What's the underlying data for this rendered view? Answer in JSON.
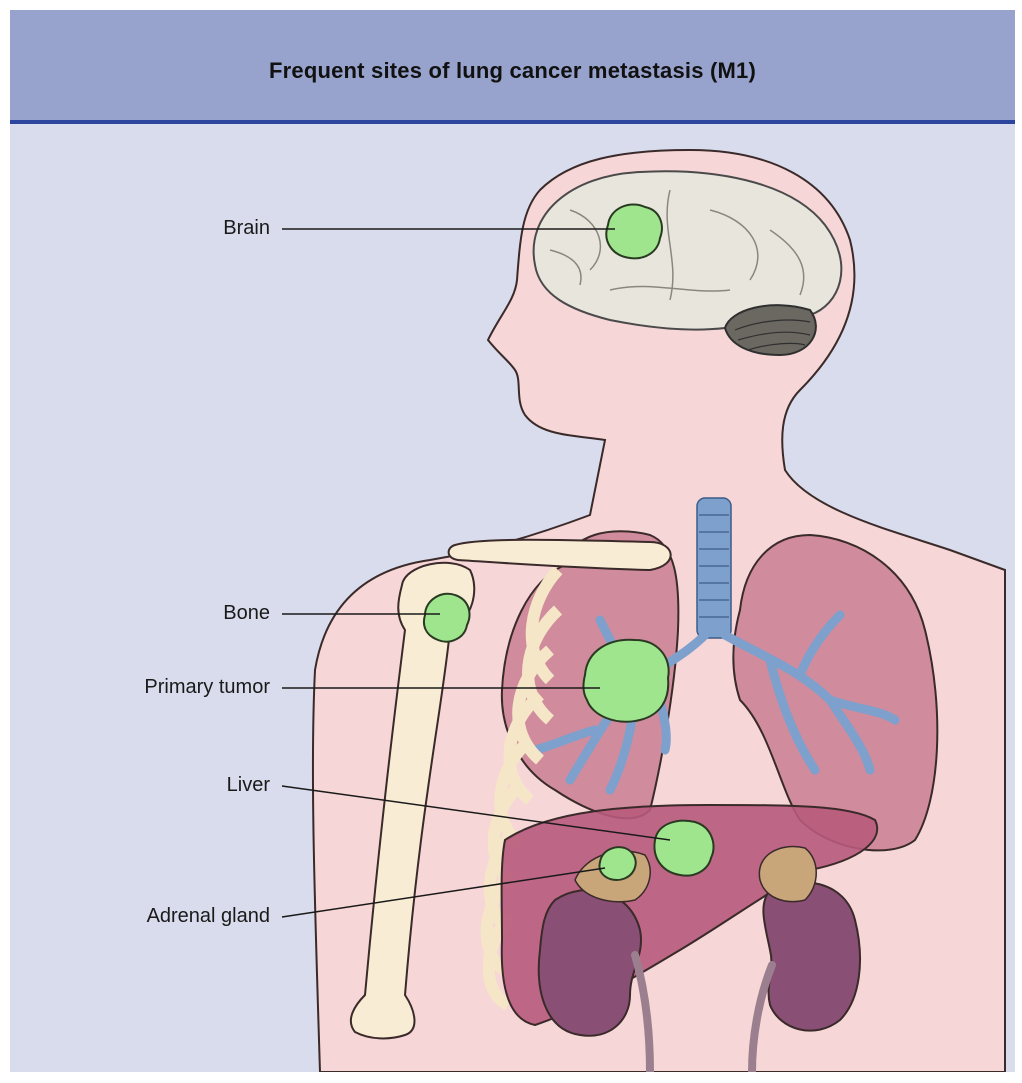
{
  "figure": {
    "title": "Frequent sites of lung cancer metastasis (M1)",
    "labels": {
      "brain": "Brain",
      "bone": "Bone",
      "primary_tumor": "Primary tumor",
      "liver": "Liver",
      "adrenal_gland": "Adrenal gland"
    }
  },
  "colors": {
    "background": "#d9dcec",
    "header": "#97a3cd",
    "header_rule": "#2c46a0",
    "skin": "#f6d6d6",
    "lung": "#c97e92",
    "airway": "#7ea0cc",
    "liver": "#b85a7c",
    "kidney": "#8a4f74",
    "tumor": "#9fe58e",
    "bone": "#f8ecd4",
    "brain": "#e8e6dc"
  }
}
